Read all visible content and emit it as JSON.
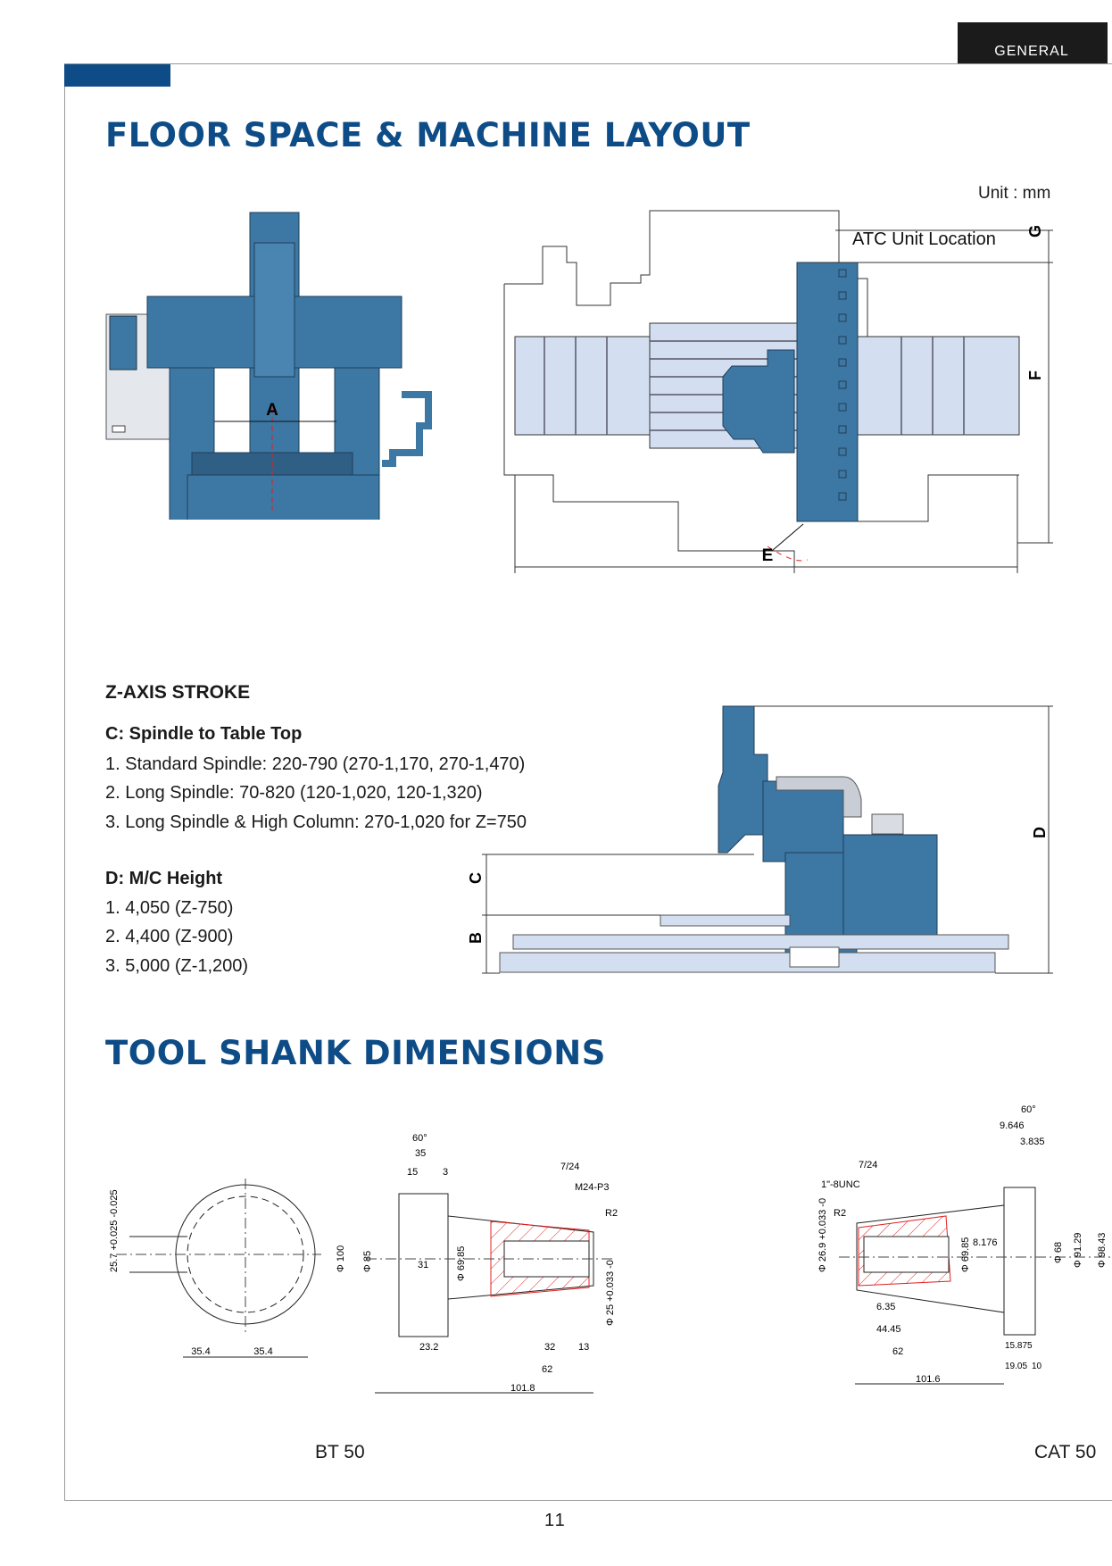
{
  "header": {
    "section_tab": "GENERAL"
  },
  "floor_space": {
    "title": "FLOOR SPACE & MACHINE LAYOUT",
    "unit": "Unit : mm",
    "front_view": {
      "label_a": "A"
    },
    "top_view": {
      "atc_label": "ATC Unit Location",
      "label_g": "G",
      "label_f": "F",
      "label_e": "E"
    }
  },
  "z_axis": {
    "heading": "Z-AXIS STROKE",
    "c_heading": "C:  Spindle to Table Top",
    "c_items": [
      "1. Standard Spindle: 220-790 (270-1,170, 270-1,470)",
      "2. Long Spindle: 70-820 (120-1,020, 120-1,320)",
      "3. Long Spindle & High Column: 270-1,020 for Z=750"
    ],
    "d_heading": "D:  M/C Height",
    "d_items": [
      "1. 4,050 (Z-750)",
      "2. 4,400 (Z-900)",
      "3. 5,000 (Z-1,200)"
    ],
    "side_view": {
      "label_c": "C",
      "label_b": "B",
      "label_d": "D"
    }
  },
  "tool_shank": {
    "title": "TOOL SHANK DIMENSIONS",
    "bt50": {
      "caption": "BT 50",
      "dims": {
        "angle": "60°",
        "d35": "35",
        "d15": "15",
        "d3": "3",
        "taper": "7/24",
        "thread": "M24-P3",
        "r2": "R2",
        "phi100": "Φ 100",
        "phi85": "Φ 85",
        "d31": "31",
        "phi69": "Φ 69.85",
        "phi25": "Φ 25 +0.033 -0",
        "tol": "25.7 +0.025 -0.025",
        "d354a": "35.4",
        "d354b": "35.4",
        "d232": "23.2",
        "d32": "32",
        "d13": "13",
        "d62": "62",
        "d1018": "101.8"
      }
    },
    "cat50": {
      "caption": "CAT 50",
      "dims": {
        "angle": "60°",
        "d9646": "9.646",
        "d3835": "3.835",
        "taper": "7/24",
        "thread": "1\"-8UNC",
        "r2": "R2",
        "phi269": "Φ 26.9 +0.033 -0",
        "phi69": "Φ 69.85",
        "d8176": "8.176",
        "phi68": "Φ 68",
        "phi9129": "Φ 91.29",
        "phi9843": "Φ 98.43",
        "d635": "6.35",
        "d4445": "44.45",
        "d62": "62",
        "d1016": "101.6",
        "d15875": "15.875",
        "d1905": "19.05",
        "d10": "10"
      }
    }
  },
  "footer": {
    "page_number": "11"
  },
  "colors": {
    "title_blue": "#0d4c86",
    "machine_blue": "#3d77a3",
    "table_light": "#d3dff0",
    "section_red": "#e02020"
  }
}
